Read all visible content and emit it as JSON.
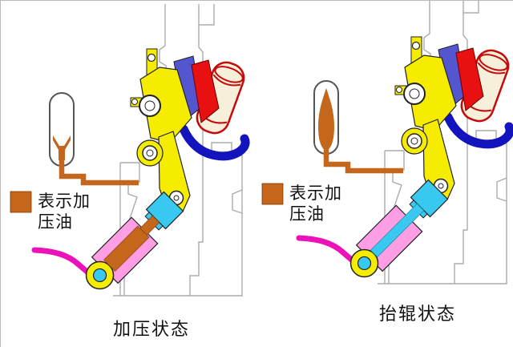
{
  "colors": {
    "oil": "#C4661B",
    "lever": "#F6EC00",
    "cyan": "#38C8F0",
    "pink": "#FF9DE5",
    "magenta": "#EA12B8",
    "wedge": "#5456CF",
    "hook": "#1414BE",
    "red": "#E81010",
    "roller_fill": "#F6F0DA",
    "roller_edge": "#C40A0A",
    "frame": "#ACACAC"
  },
  "legend": {
    "line1": "表示加",
    "line2": "压油"
  },
  "captions": {
    "left": "加压状态",
    "right": "抬辊状态"
  }
}
